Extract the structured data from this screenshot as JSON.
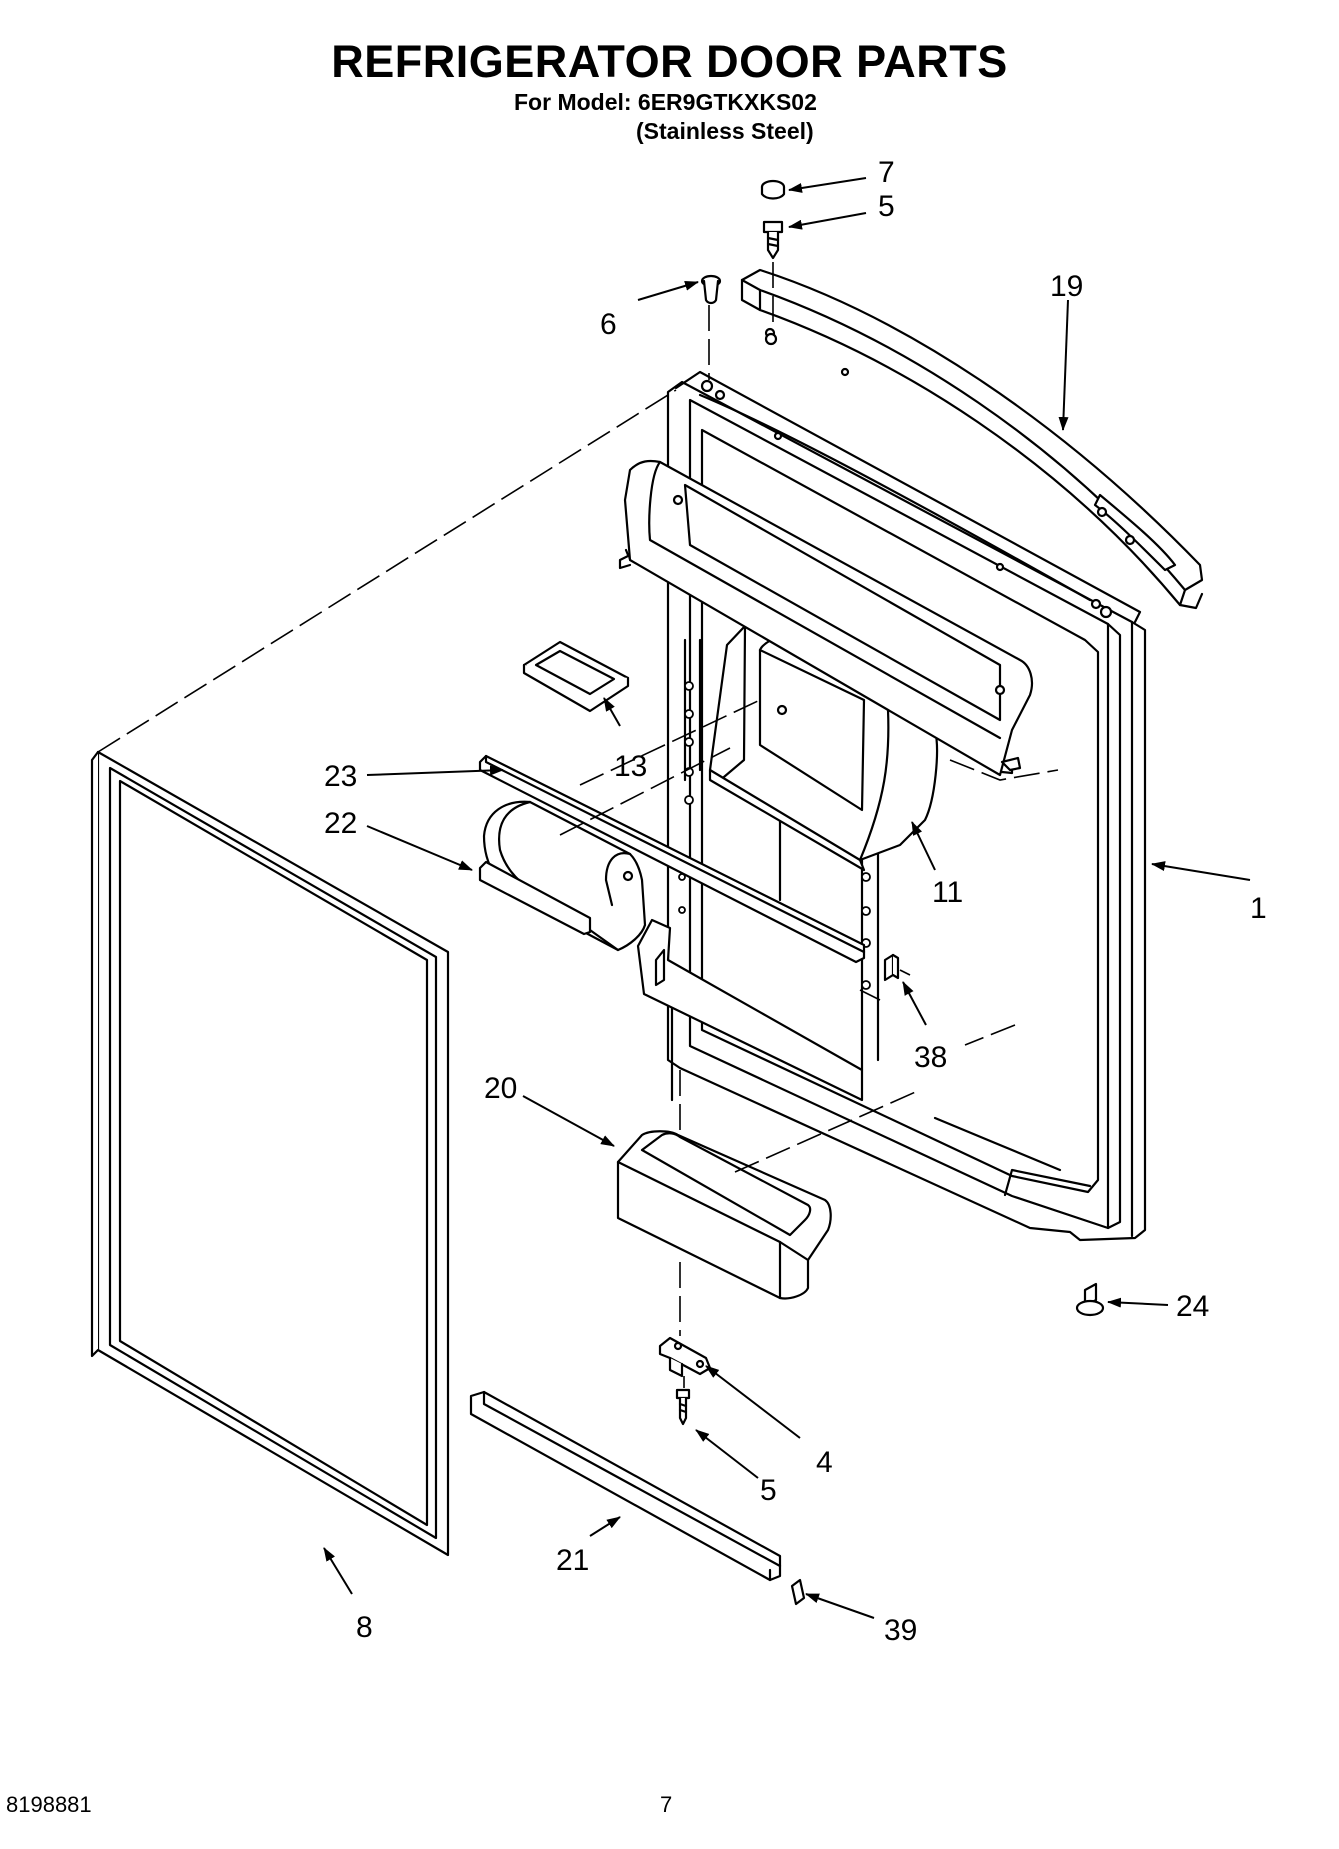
{
  "header": {
    "title": "REFRIGERATOR DOOR PARTS",
    "model": "For Model: 6ER9GTKXKS02",
    "finish": "(Stainless Steel)"
  },
  "callouts": {
    "c7": "7",
    "c5_top": "5",
    "c19": "19",
    "c6": "6",
    "c13": "13",
    "c23": "23",
    "c22": "22",
    "c11": "11",
    "c1": "1",
    "c38": "38",
    "c20": "20",
    "c24": "24",
    "c4": "4",
    "c5_bottom": "5",
    "c21": "21",
    "c39": "39",
    "c8": "8"
  },
  "footer": {
    "doc_number": "8198881",
    "page_number": "7"
  }
}
